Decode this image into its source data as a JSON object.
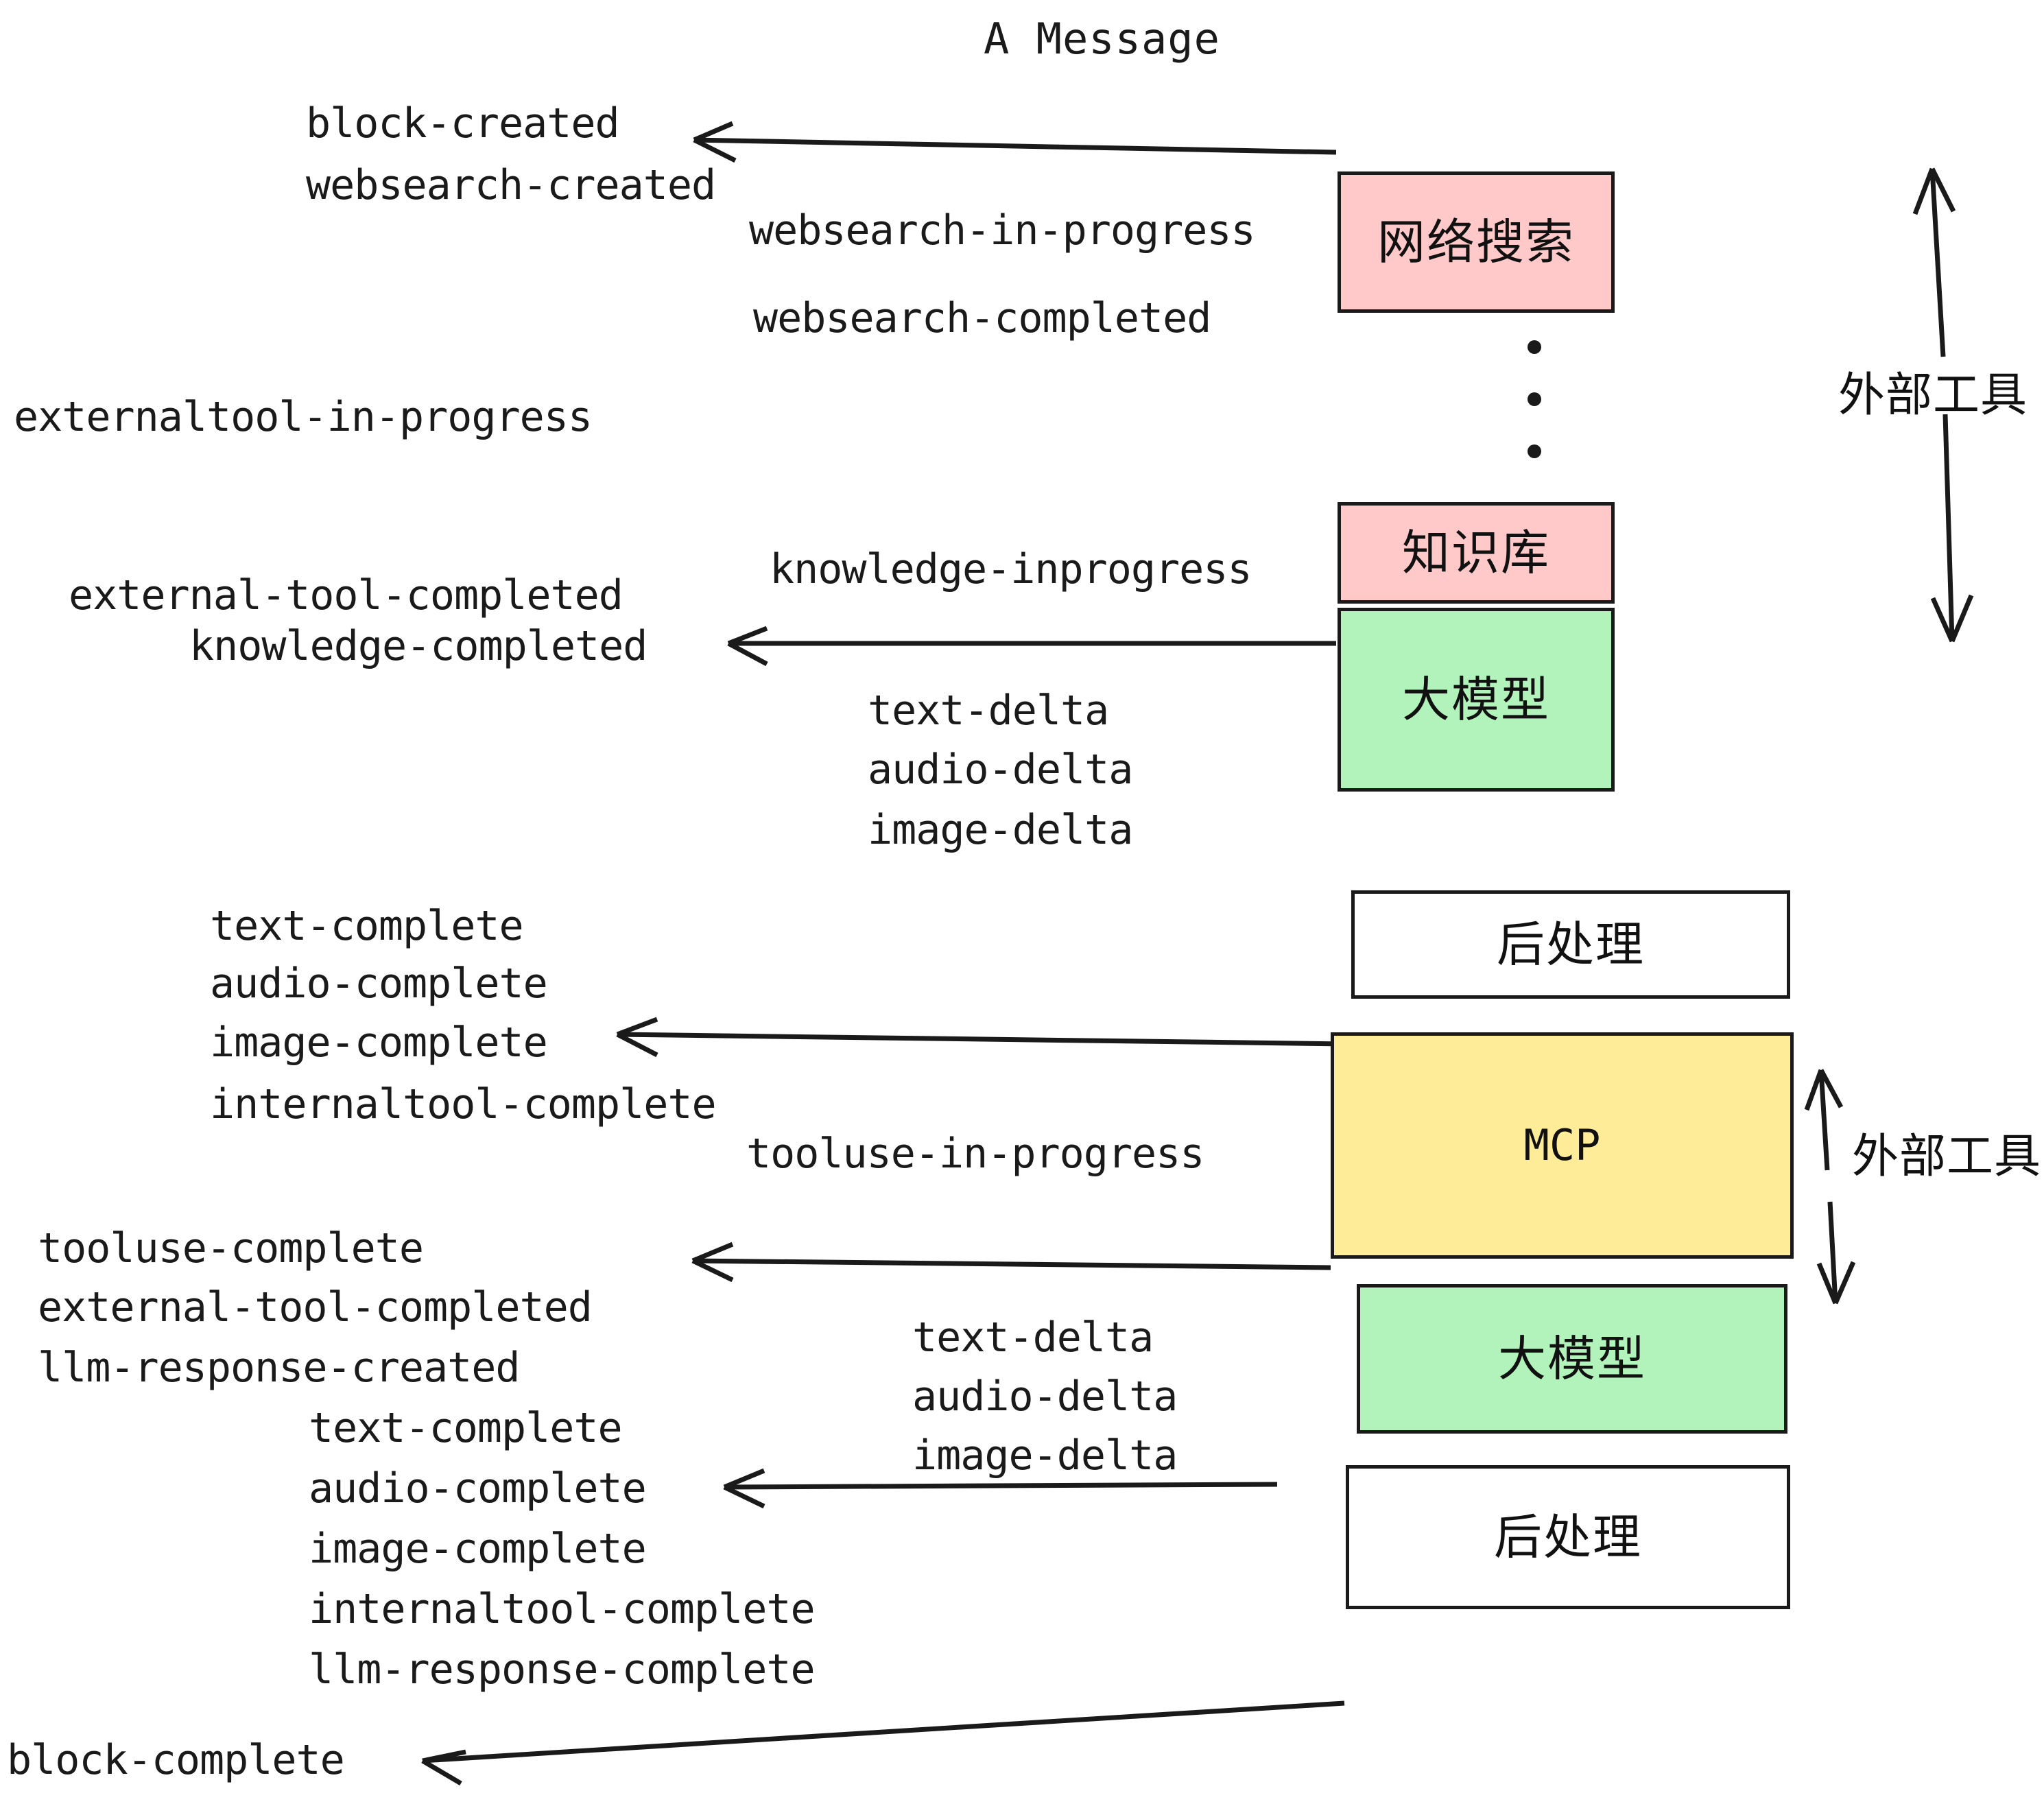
{
  "title": "A Message",
  "colors": {
    "pink": "#ffc9c9",
    "green": "#b2f2bb",
    "yellow": "#ffec99",
    "white": "#ffffff",
    "stroke": "#1a1a1a",
    "text": "#1a1a1a"
  },
  "boxes": {
    "websearch": "网络搜索",
    "knowledge": "知识库",
    "llm_top": "大模型",
    "postprocess_top": "后处理",
    "mcp": "MCP",
    "llm_bottom": "大模型",
    "postprocess_bottom": "后处理"
  },
  "side_labels": {
    "external_tool_top": "外部工具",
    "external_tool_bottom": "外部工具"
  },
  "events": {
    "block_created": "block-created",
    "websearch_created": "websearch-created",
    "websearch_in_progress": "websearch-in-progress",
    "websearch_completed": "websearch-completed",
    "externaltool_in_progress": "externaltool-in-progress",
    "knowledge_inprogress": "knowledge-inprogress",
    "external_tool_completed_1": "external-tool-completed",
    "knowledge_completed": "knowledge-completed",
    "text_delta_1": "text-delta",
    "audio_delta_1": "audio-delta",
    "image_delta_1": "image-delta",
    "text_complete_1": "text-complete",
    "audio_complete_1": "audio-complete",
    "image_complete_1": "image-complete",
    "internaltool_complete_1": "internaltool-complete",
    "tooluse_in_progress": "tooluse-in-progress",
    "tooluse_complete": "tooluse-complete",
    "external_tool_completed_2": "external-tool-completed",
    "llm_response_created": "llm-response-created",
    "text_delta_2": "text-delta",
    "audio_delta_2": "audio-delta",
    "image_delta_2": "image-delta",
    "text_complete_2": "text-complete",
    "audio_complete_2": "audio-complete",
    "image_complete_2": "image-complete",
    "internaltool_complete_2": "internaltool-complete",
    "llm_response_complete": "llm-response-complete",
    "block_complete": "block-complete"
  }
}
